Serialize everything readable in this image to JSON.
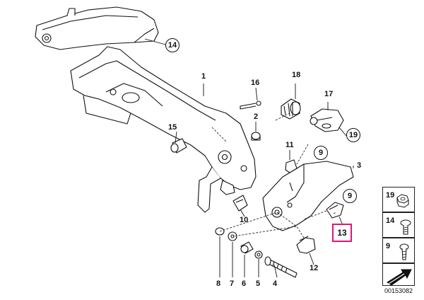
{
  "callouts": {
    "c1": "1",
    "c2": "2",
    "c3": "3",
    "c4": "4",
    "c5": "5",
    "c6": "6",
    "c7": "7",
    "c8": "8",
    "c9a": "9",
    "c9b": "9",
    "c10": "10",
    "c11": "11",
    "c12": "12",
    "c13": "13",
    "c14": "14",
    "c15": "15",
    "c16": "16",
    "c17": "17",
    "c18": "18",
    "c19": "19"
  },
  "legend": {
    "items": [
      {
        "number": "19",
        "icon": "hex-nut-icon"
      },
      {
        "number": "14",
        "icon": "screw-icon"
      },
      {
        "number": "9",
        "icon": "screw-icon"
      }
    ],
    "arrow_icon": "direction-arrow-icon"
  },
  "diagram_ref": "00153082",
  "colors": {
    "highlight": "#e0157a",
    "line": "#111111"
  }
}
